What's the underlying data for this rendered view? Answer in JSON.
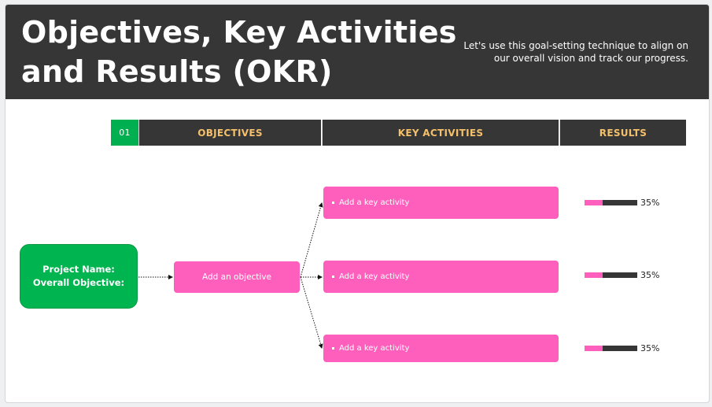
{
  "header": {
    "title_line1": "Objectives, Key Activities",
    "title_line2": "and Results (OKR)",
    "subtitle": "Let's use this goal-setting technique to align on our overall vision and track our progress."
  },
  "table_header": {
    "number": "01",
    "objectives": "OBJECTIVES",
    "key_activities": "KEY ACTIVITIES",
    "results": "RESULTS"
  },
  "project": {
    "line1": "Project Name:",
    "line2": "Overall Objective:"
  },
  "objective": {
    "label": "Add an objective"
  },
  "activities": [
    {
      "label": "Add a key activity"
    },
    {
      "label": "Add a key activity"
    },
    {
      "label": "Add a key activity"
    }
  ],
  "results": [
    {
      "percent_label": "35%",
      "progress": 0.35
    },
    {
      "percent_label": "35%",
      "progress": 0.35
    },
    {
      "percent_label": "35%",
      "progress": 0.35
    }
  ],
  "colors": {
    "dark": "#363636",
    "green": "#00b050",
    "pink": "#ff5fbc",
    "header_text": "#f4c06b"
  }
}
